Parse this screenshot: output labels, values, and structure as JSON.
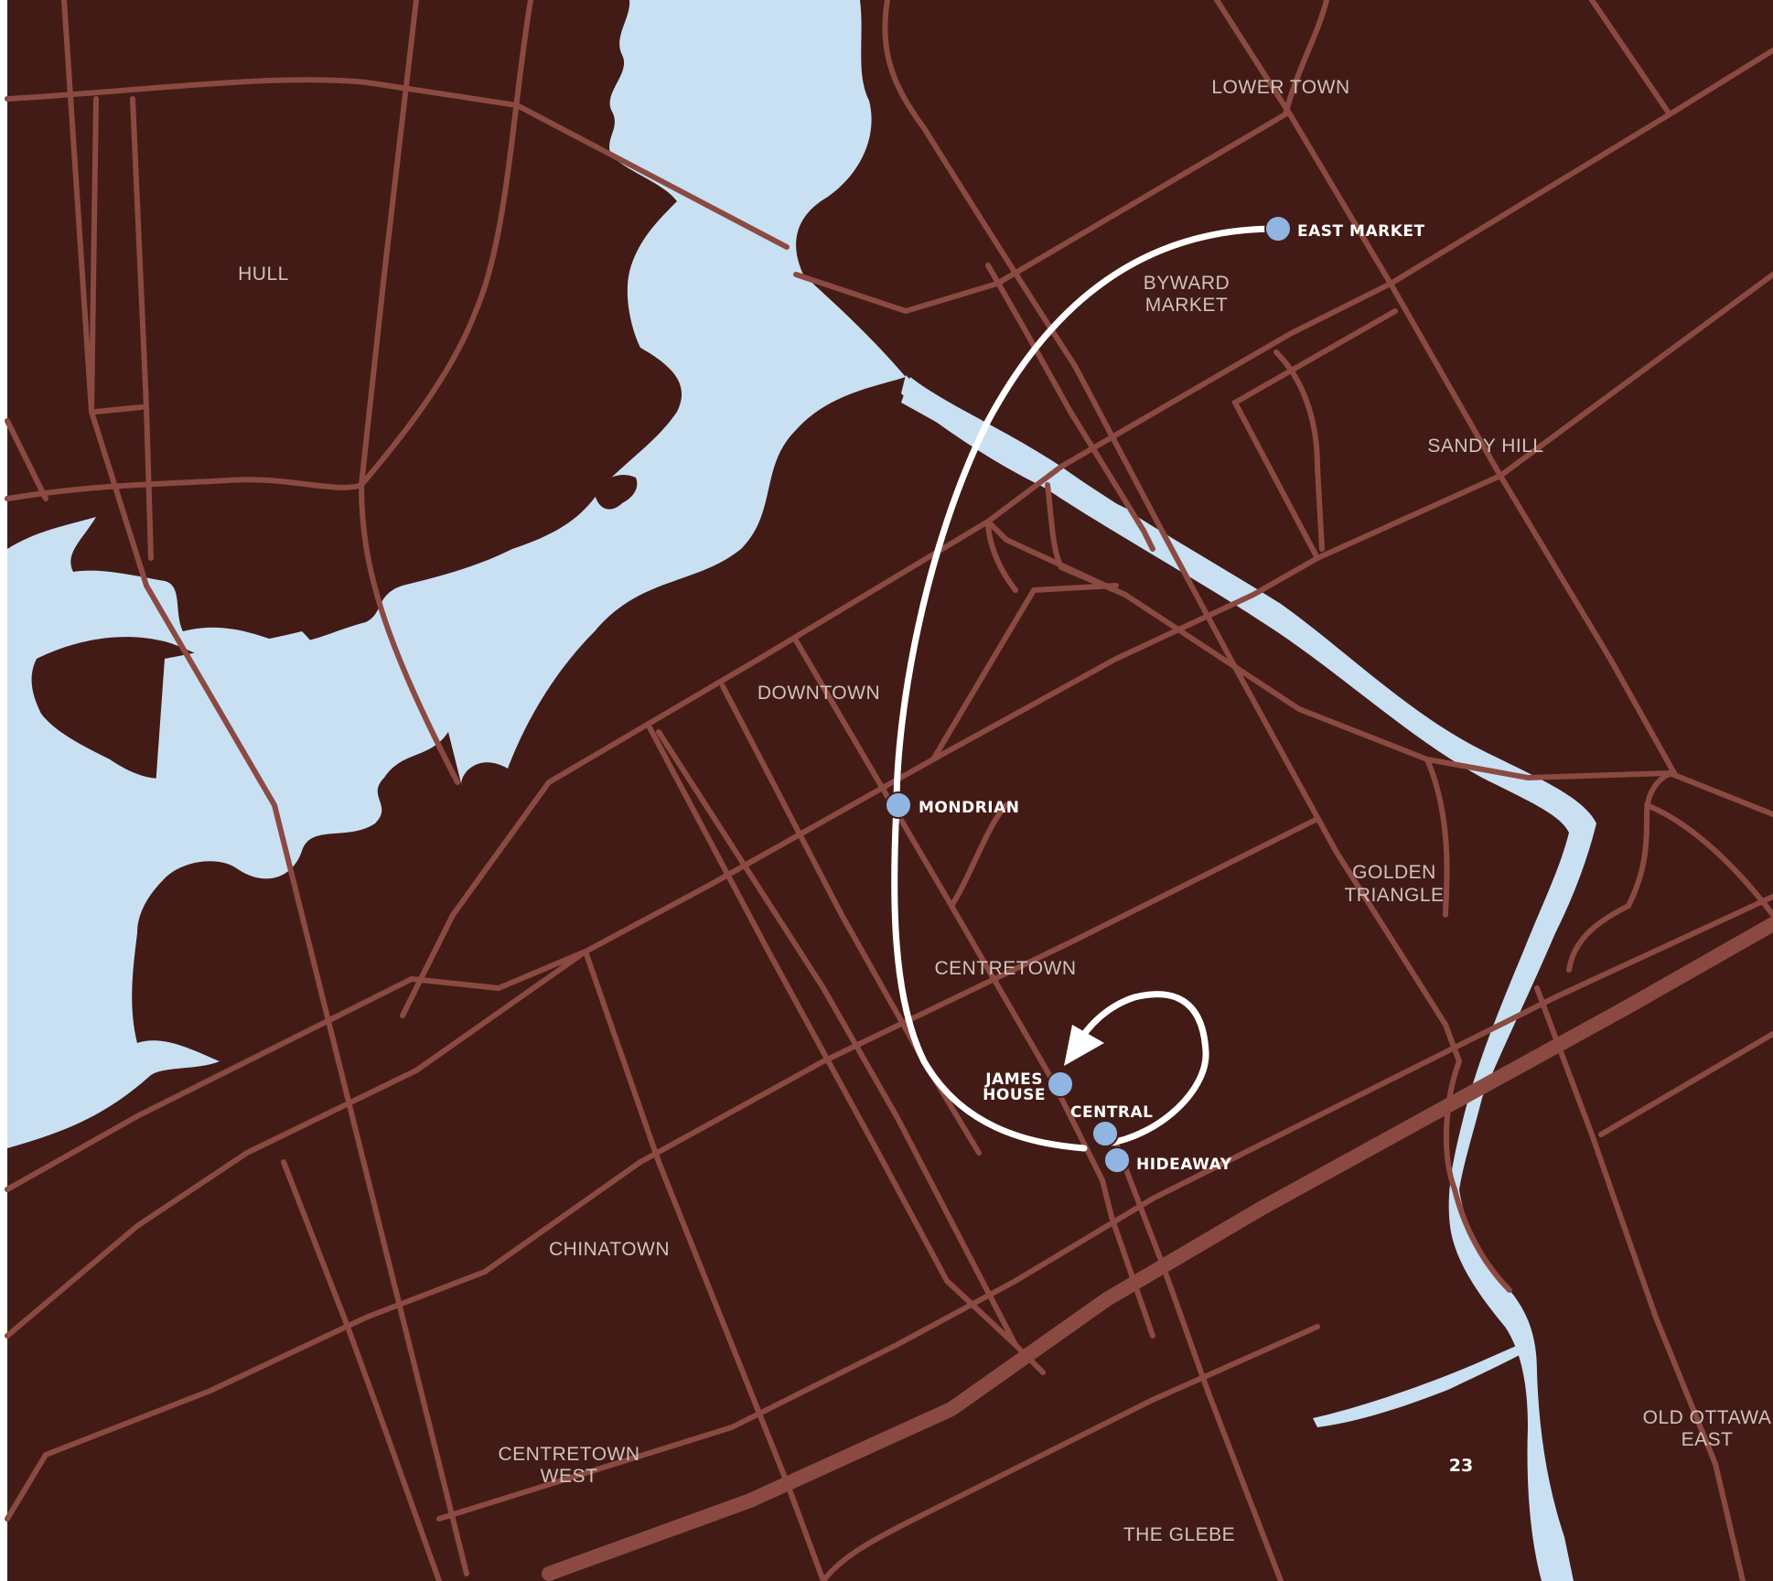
{
  "colors": {
    "land": "#421b16",
    "road": "#8a4a42",
    "water": "#c9e0f3",
    "route": "#ffffff",
    "stop": "#8fb5e0",
    "label": "#cfc2bf"
  },
  "districts": {
    "lower_town": "LOWER TOWN",
    "hull": "HULL",
    "byward_market": [
      "BYWARD",
      "MARKET"
    ],
    "sandy_hill": "SANDY HILL",
    "downtown": "DOWNTOWN",
    "golden_triangle": [
      "GOLDEN",
      "TRIANGLE"
    ],
    "centretown": "CENTRETOWN",
    "chinatown": "CHINATOWN",
    "centretown_west": [
      "CENTRETOWN",
      "WEST"
    ],
    "the_glebe": "THE GLEBE",
    "old_ottawa_east": [
      "OLD OTTAWA",
      "EAST"
    ]
  },
  "stops": {
    "east_market": "EAST MARKET",
    "mondrian": "MONDRIAN",
    "james_house": [
      "JAMES",
      "HOUSE"
    ],
    "central": "CENTRAL",
    "hideaway": "HIDEAWAY"
  },
  "page_number": "23"
}
